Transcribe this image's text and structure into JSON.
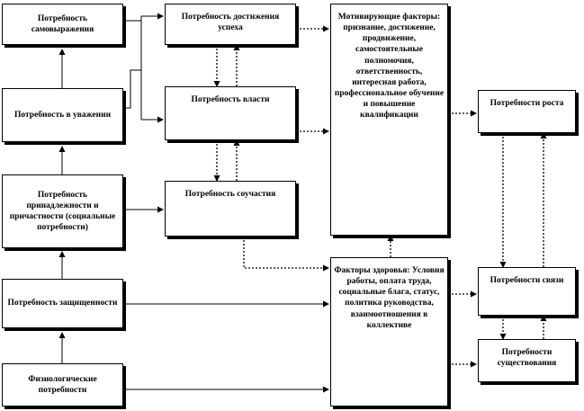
{
  "boxes": {
    "self_expression": "Потребность самовыражения",
    "respect": "Потребность в уважении",
    "belonging": "Потребность принадлежности и причастности (социальные потребности)",
    "security": "Потребность защищенности",
    "physiological": "Физиологические потребности",
    "achievement": "Потребность достижения успеха",
    "power": "Потребность власти",
    "participation": "Потребность соучастия",
    "motivators": "Мотивирующие факторы: признание, достижение, продвижение, самостоятельные полномочия, ответственность, интересная работа, профессиональное обучение и повышение квалификации",
    "hygiene": "Факторы здоровья: Условия работы, оплата труда, социальные блага, статус, политика руководства, взаимоотношения в коллективе",
    "growth": "Потребности роста",
    "relatedness": "Потребности связи",
    "existence": "Потребности существования"
  }
}
